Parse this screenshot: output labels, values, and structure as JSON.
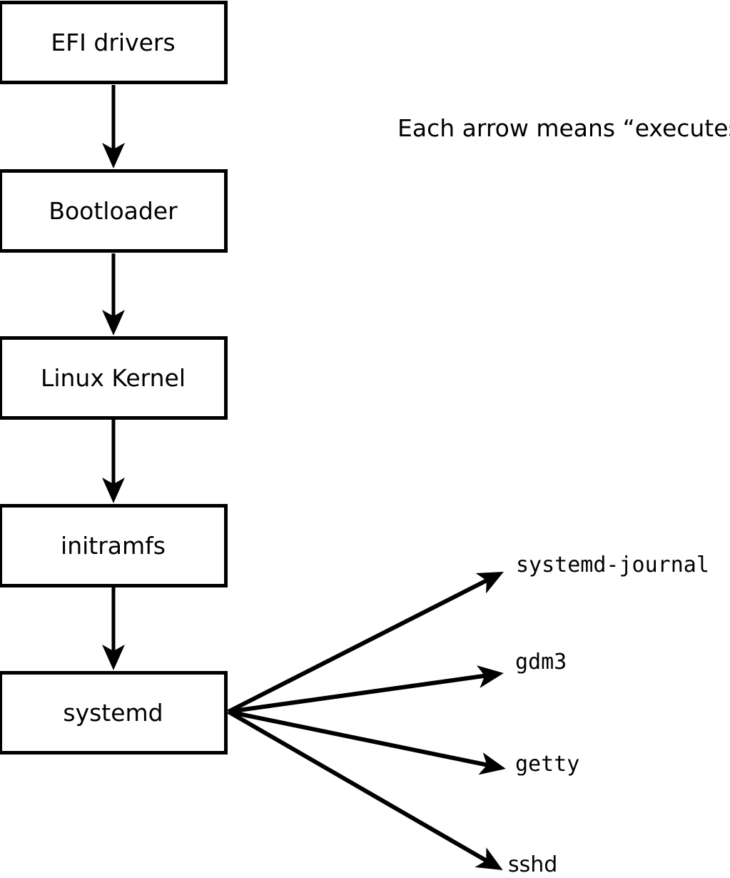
{
  "note": "Each arrow means “executes”.",
  "chain": [
    {
      "label": "EFI drivers"
    },
    {
      "label": "Bootloader"
    },
    {
      "label": "Linux Kernel"
    },
    {
      "label": "initramfs"
    },
    {
      "label": "systemd"
    }
  ],
  "services": [
    {
      "label": "systemd-journal"
    },
    {
      "label": "gdm3"
    },
    {
      "label": "getty"
    },
    {
      "label": "sshd"
    }
  ],
  "colors": {
    "stroke": "#000000",
    "background": "#ffffff"
  }
}
